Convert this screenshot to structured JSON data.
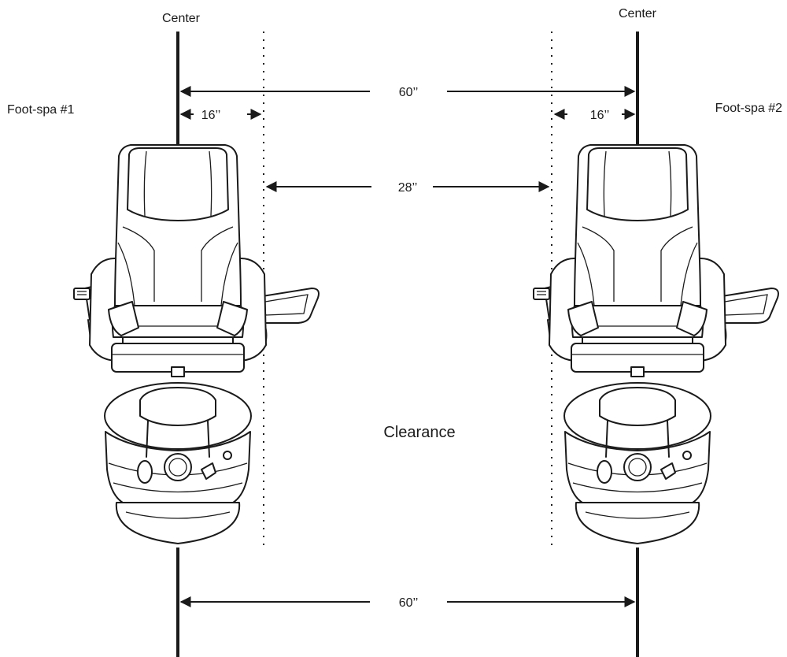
{
  "labels": {
    "center_left": "Center",
    "center_right": "Center",
    "spa1": "Foot-spa #1",
    "spa2": "Foot-spa #2",
    "dim_top": "60’’",
    "dim_left_offset": "16’’",
    "dim_right_offset": "16’’",
    "dim_gap": "28’’",
    "clearance": "Clearance",
    "dim_bottom": "60’’"
  },
  "colors": {
    "ink": "#1a1a1a",
    "background": "#ffffff"
  }
}
